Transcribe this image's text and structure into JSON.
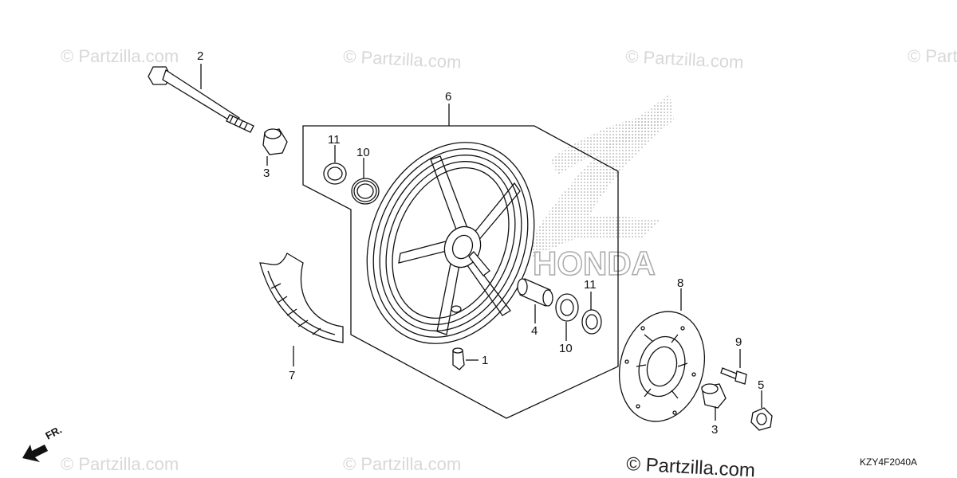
{
  "diagram": {
    "parts": [
      "1",
      "2",
      "3",
      "3",
      "4",
      "5",
      "6",
      "7",
      "8",
      "9",
      "10",
      "10",
      "11",
      "11"
    ],
    "diagram_code": "KZY4F2040A",
    "front_marker": "FR.",
    "watermark": "© Partzilla.com",
    "footer_watermark": "© Partzilla.com",
    "brand_mark": "HONDA"
  }
}
